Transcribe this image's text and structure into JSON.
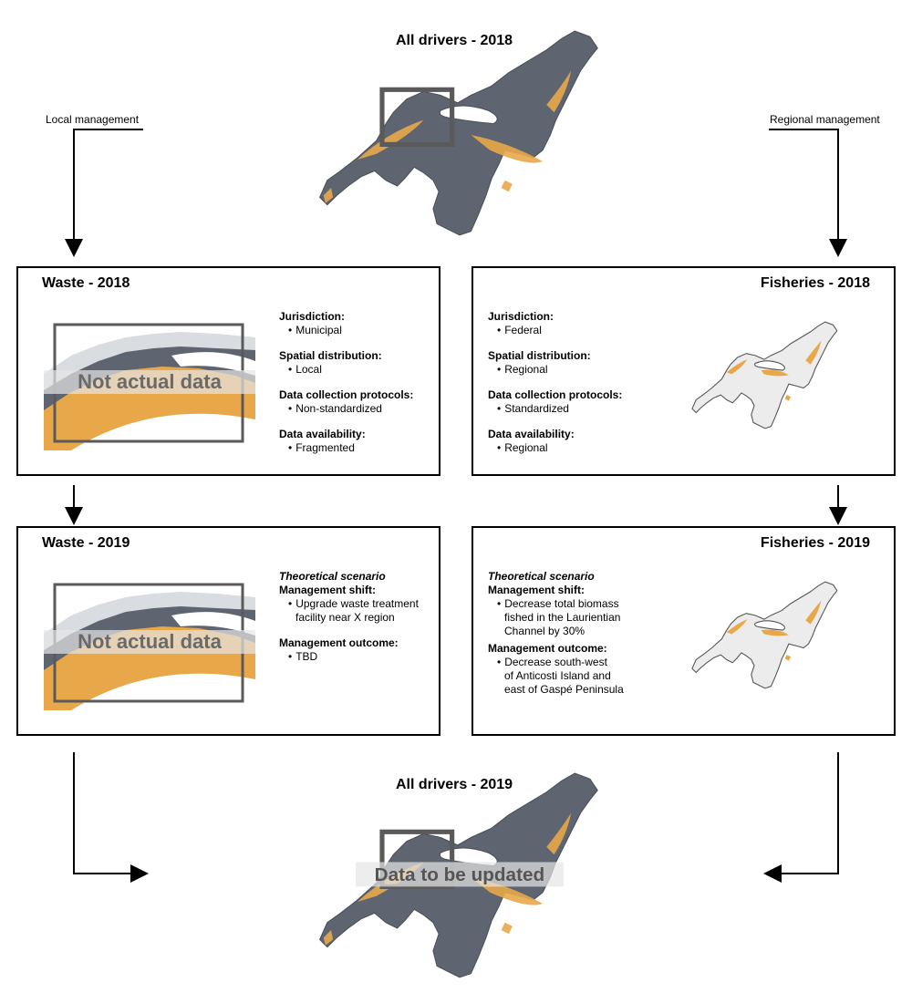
{
  "top": {
    "title": "All drivers - 2018"
  },
  "bottom": {
    "title": "All drivers - 2019",
    "overlay": "Data to be updated"
  },
  "labels": {
    "local": "Local management",
    "regional": "Regional management"
  },
  "waste2018": {
    "title": "Waste - 2018",
    "overlay": "Not actual data",
    "jurisdiction_h": "Jurisdiction:",
    "jurisdiction": "Municipal",
    "spatial_h": "Spatial distribution:",
    "spatial": "Local",
    "protocols_h": "Data collection protocols:",
    "protocols": "Non-standardized",
    "availability_h": "Data availability:",
    "availability": "Fragmented"
  },
  "fisheries2018": {
    "title": "Fisheries - 2018",
    "jurisdiction_h": "Jurisdiction:",
    "jurisdiction": "Federal",
    "spatial_h": "Spatial distribution:",
    "spatial": "Regional",
    "protocols_h": "Data collection protocols:",
    "protocols": "Standardized",
    "availability_h": "Data availability:",
    "availability": "Regional"
  },
  "waste2019": {
    "title": "Waste - 2019",
    "overlay": "Not actual data",
    "scenario": "Theoretical scenario",
    "shift_h": "Management shift:",
    "shift_1": "Upgrade waste treatment",
    "shift_2": "facility near X region",
    "outcome_h": "Management outcome:",
    "outcome": "TBD"
  },
  "fisheries2019": {
    "title": "Fisheries - 2019",
    "scenario": "Theoretical scenario",
    "shift_h": "Management shift:",
    "shift_1": "Decrease total biomass",
    "shift_2": "fished in the Laurientian",
    "shift_3": "Channel by 30%",
    "outcome_h": "Management outcome:",
    "outcome_1": "Decrease south-west",
    "outcome_2": "of Anticosti Island and",
    "outcome_3": "east of Gaspé Peninsula"
  },
  "colors": {
    "map_dark": "#5e6470",
    "map_light": "#e8e8e8",
    "hotspot": "#e8a84a",
    "frame": "#000000"
  }
}
